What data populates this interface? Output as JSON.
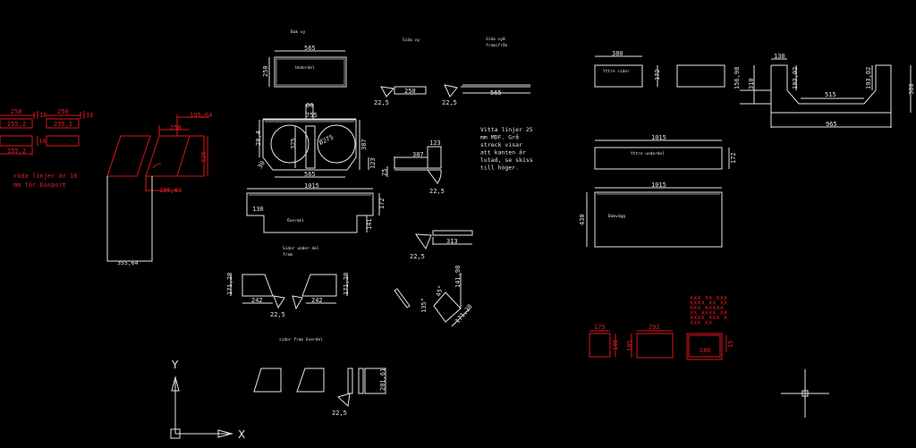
{
  "canvas": {
    "background": "#000000",
    "line_white": "#e6e6e6",
    "line_red": "#d81818"
  },
  "labels": {
    "back_view": "Bak vy",
    "side_view": "Sida vy",
    "side_view_front": [
      "Sida vy8",
      "framifrån"
    ],
    "underdel": "Underdel",
    "overdel": "Överdel",
    "sides_under_front": [
      "Sidor under del",
      "fram"
    ],
    "sides_front_over": "sidor fram överdel",
    "outer_sides": "Yttre sider",
    "outer_underdel": "Yttre underdel",
    "back_wall": "Bakvägg",
    "white_note": [
      "Vitta linjer 25",
      "mm MDF. Grå",
      "streck visar",
      "att kanten är",
      "lutad, se skiss",
      "till höger."
    ],
    "red_note": [
      "röda linjer är 16",
      "mm för basport"
    ],
    "red_small_note": [
      "xxx xx xxx",
      "xxxx xx xx",
      "xxx xxxxx",
      "xx xxxx xx",
      "xxxx xxx x",
      "xxx xx"
    ]
  },
  "dims": {
    "red": [
      "250",
      "255,2",
      "16",
      "250",
      "255,2",
      "16",
      "255,2",
      "16",
      "16",
      "105,64",
      "250",
      "325",
      "105,64",
      "175",
      "105",
      "292",
      "105",
      "280",
      "15"
    ],
    "white_left": [
      "355,64"
    ],
    "center": [
      "565",
      "250",
      "250",
      "565",
      "60",
      "755",
      "28,4",
      "325",
      "Ø275",
      "387",
      "123",
      "565",
      "30",
      "387",
      "123",
      "25",
      "1015",
      "130",
      "172",
      "141",
      "313",
      "171,28",
      "242",
      "242",
      "171,28",
      "141,98",
      "45°",
      "135°",
      "171,28",
      "201,61",
      "22,5",
      "22,5",
      "22,5",
      "22,5",
      "22,5",
      "22,5"
    ],
    "right": [
      "380",
      "172",
      "130",
      "156,98",
      "310",
      "193,02",
      "193,02",
      "515",
      "380",
      "965",
      "1015",
      "172",
      "1015",
      "430"
    ]
  },
  "ucs": {
    "x_label": "X",
    "y_label": "Y"
  },
  "icons": [
    "ucs-icon",
    "crosshair-cursor-icon"
  ]
}
